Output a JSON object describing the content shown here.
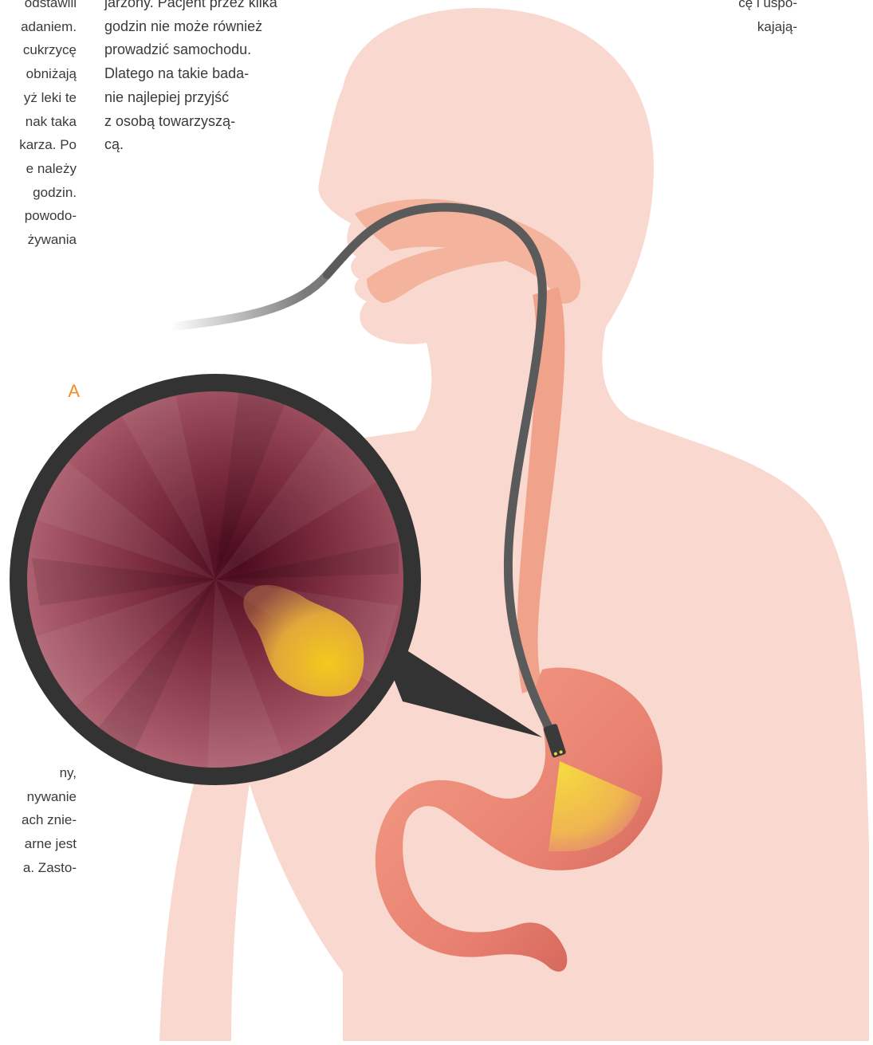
{
  "text_columns": {
    "left": [
      "odstawili",
      "adaniem.",
      "cukrzycę",
      "obniżają",
      "yż leki te",
      "nak taka",
      "karza. Po",
      "e należy",
      "godzin.",
      "powodo-",
      "żywania"
    ],
    "middle": [
      "jarzony. Pacjent przez kilka",
      "godzin nie może również",
      "prowadzić samochodu.",
      "Dlatego na takie bada-",
      "nie najlepiej przyjść",
      "z osobą towarzyszą-",
      "cą."
    ],
    "right": [
      "cę i uspo-",
      "kajają-"
    ],
    "bottom_left": [
      "ny,",
      "nywanie",
      "ach znie-",
      "arne jest",
      "a. Zasto-"
    ]
  },
  "heading_fragment": "A",
  "colors": {
    "body_silhouette": "#f9d9cf",
    "digestive_tract": "#f0a38a",
    "stomach_dark": "#d8685a",
    "endoscope_tube": "#5a5a5a",
    "magnifier_ring": "#333333",
    "lesion_yellow": "#f2c12e",
    "heading_accent": "#f28c28"
  },
  "icons": {
    "magnifier": "magnified-endoscopic-view",
    "camera": "endoscope-camera-tip"
  }
}
